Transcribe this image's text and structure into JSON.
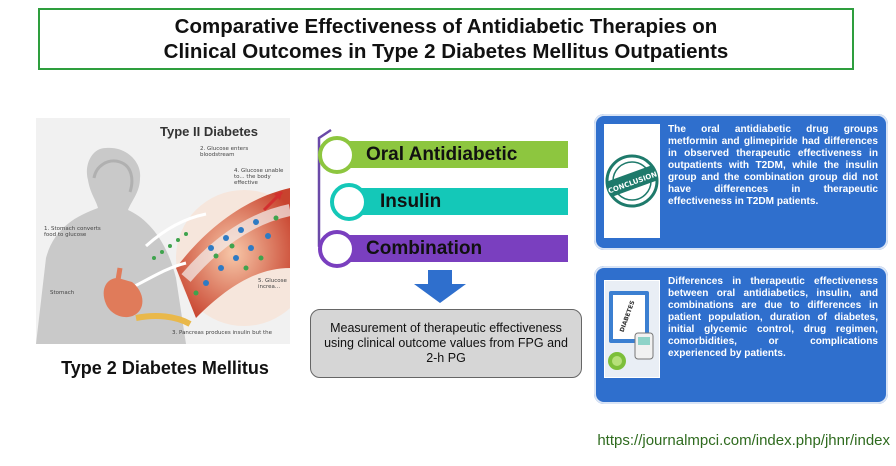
{
  "title": "Comparative Effectiveness of Antidiabetic Therapies on\nClinical Outcomes in Type 2 Diabetes Mellitus Outpatients",
  "illustration": {
    "heading": "Type II Diabetes",
    "labels": {
      "glucose_enters": "2. Glucose enters bloodstream",
      "glucose_unable": "4. Glucose unable to... the body effective",
      "stomach_converts": "1. Stomach converts food to glucose",
      "stomach": "Stomach",
      "glucose_increase": "5. Glucose increa...",
      "pancreas": "3. Pancreas produces insulin but the"
    },
    "caption": "Type 2 Diabetes Mellitus"
  },
  "therapies": [
    {
      "label": "Oral Antidiabetic",
      "color": "#8dc63f"
    },
    {
      "label": "Insulin",
      "color": "#14c8b8"
    },
    {
      "label": "Combination",
      "color": "#7a3fbf"
    }
  ],
  "measurement": "Measurement of therapeutic effectiveness using clinical outcome values from FPG and 2-h PG",
  "conclusion_card": {
    "icon": "conclusion-stamp-icon",
    "stamp_text": "CONCLUSION",
    "text": "The oral antidiabetic drug groups metformin and glimepiride had differences in observed therapeutic effectiveness in outpatients with T2DM, while the insulin group and the combination group did not have differences in therapeutic effectiveness in T2DM patients."
  },
  "difference_card": {
    "icon": "diabetes-kit-icon",
    "folder_text": "DIABETES",
    "text": "Differences in therapeutic effectiveness between oral antidiabetics, insulin, and combinations are due to differences in patient population, duration of diabetes, initial glycemic control, drug regimen, comorbidities, or complications experienced by patients."
  },
  "url": "https://journalmpci.com/index.php/jhnr/index",
  "colors": {
    "title_border": "#2e9e3e",
    "card_bg": "#2f6fcd",
    "arrow": "#2f6fcd",
    "url": "#2f6b1f"
  }
}
